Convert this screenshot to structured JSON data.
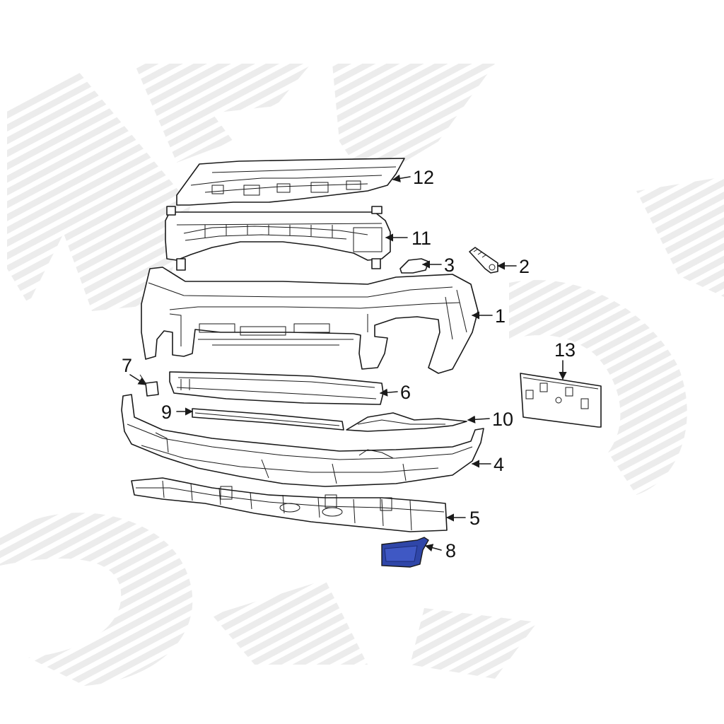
{
  "diagram": {
    "callouts": [
      {
        "id": "1",
        "label": "1"
      },
      {
        "id": "2",
        "label": "2"
      },
      {
        "id": "3",
        "label": "3"
      },
      {
        "id": "4",
        "label": "4"
      },
      {
        "id": "5",
        "label": "5"
      },
      {
        "id": "6",
        "label": "6"
      },
      {
        "id": "7",
        "label": "7"
      },
      {
        "id": "8",
        "label": "8"
      },
      {
        "id": "9",
        "label": "9"
      },
      {
        "id": "10",
        "label": "10"
      },
      {
        "id": "11",
        "label": "11"
      },
      {
        "id": "12",
        "label": "12"
      },
      {
        "id": "13",
        "label": "13"
      }
    ],
    "highlighted_part": "8",
    "colors": {
      "line": "#1a1a1a",
      "highlight": "#2f46a8",
      "watermark": "#ececec"
    }
  }
}
